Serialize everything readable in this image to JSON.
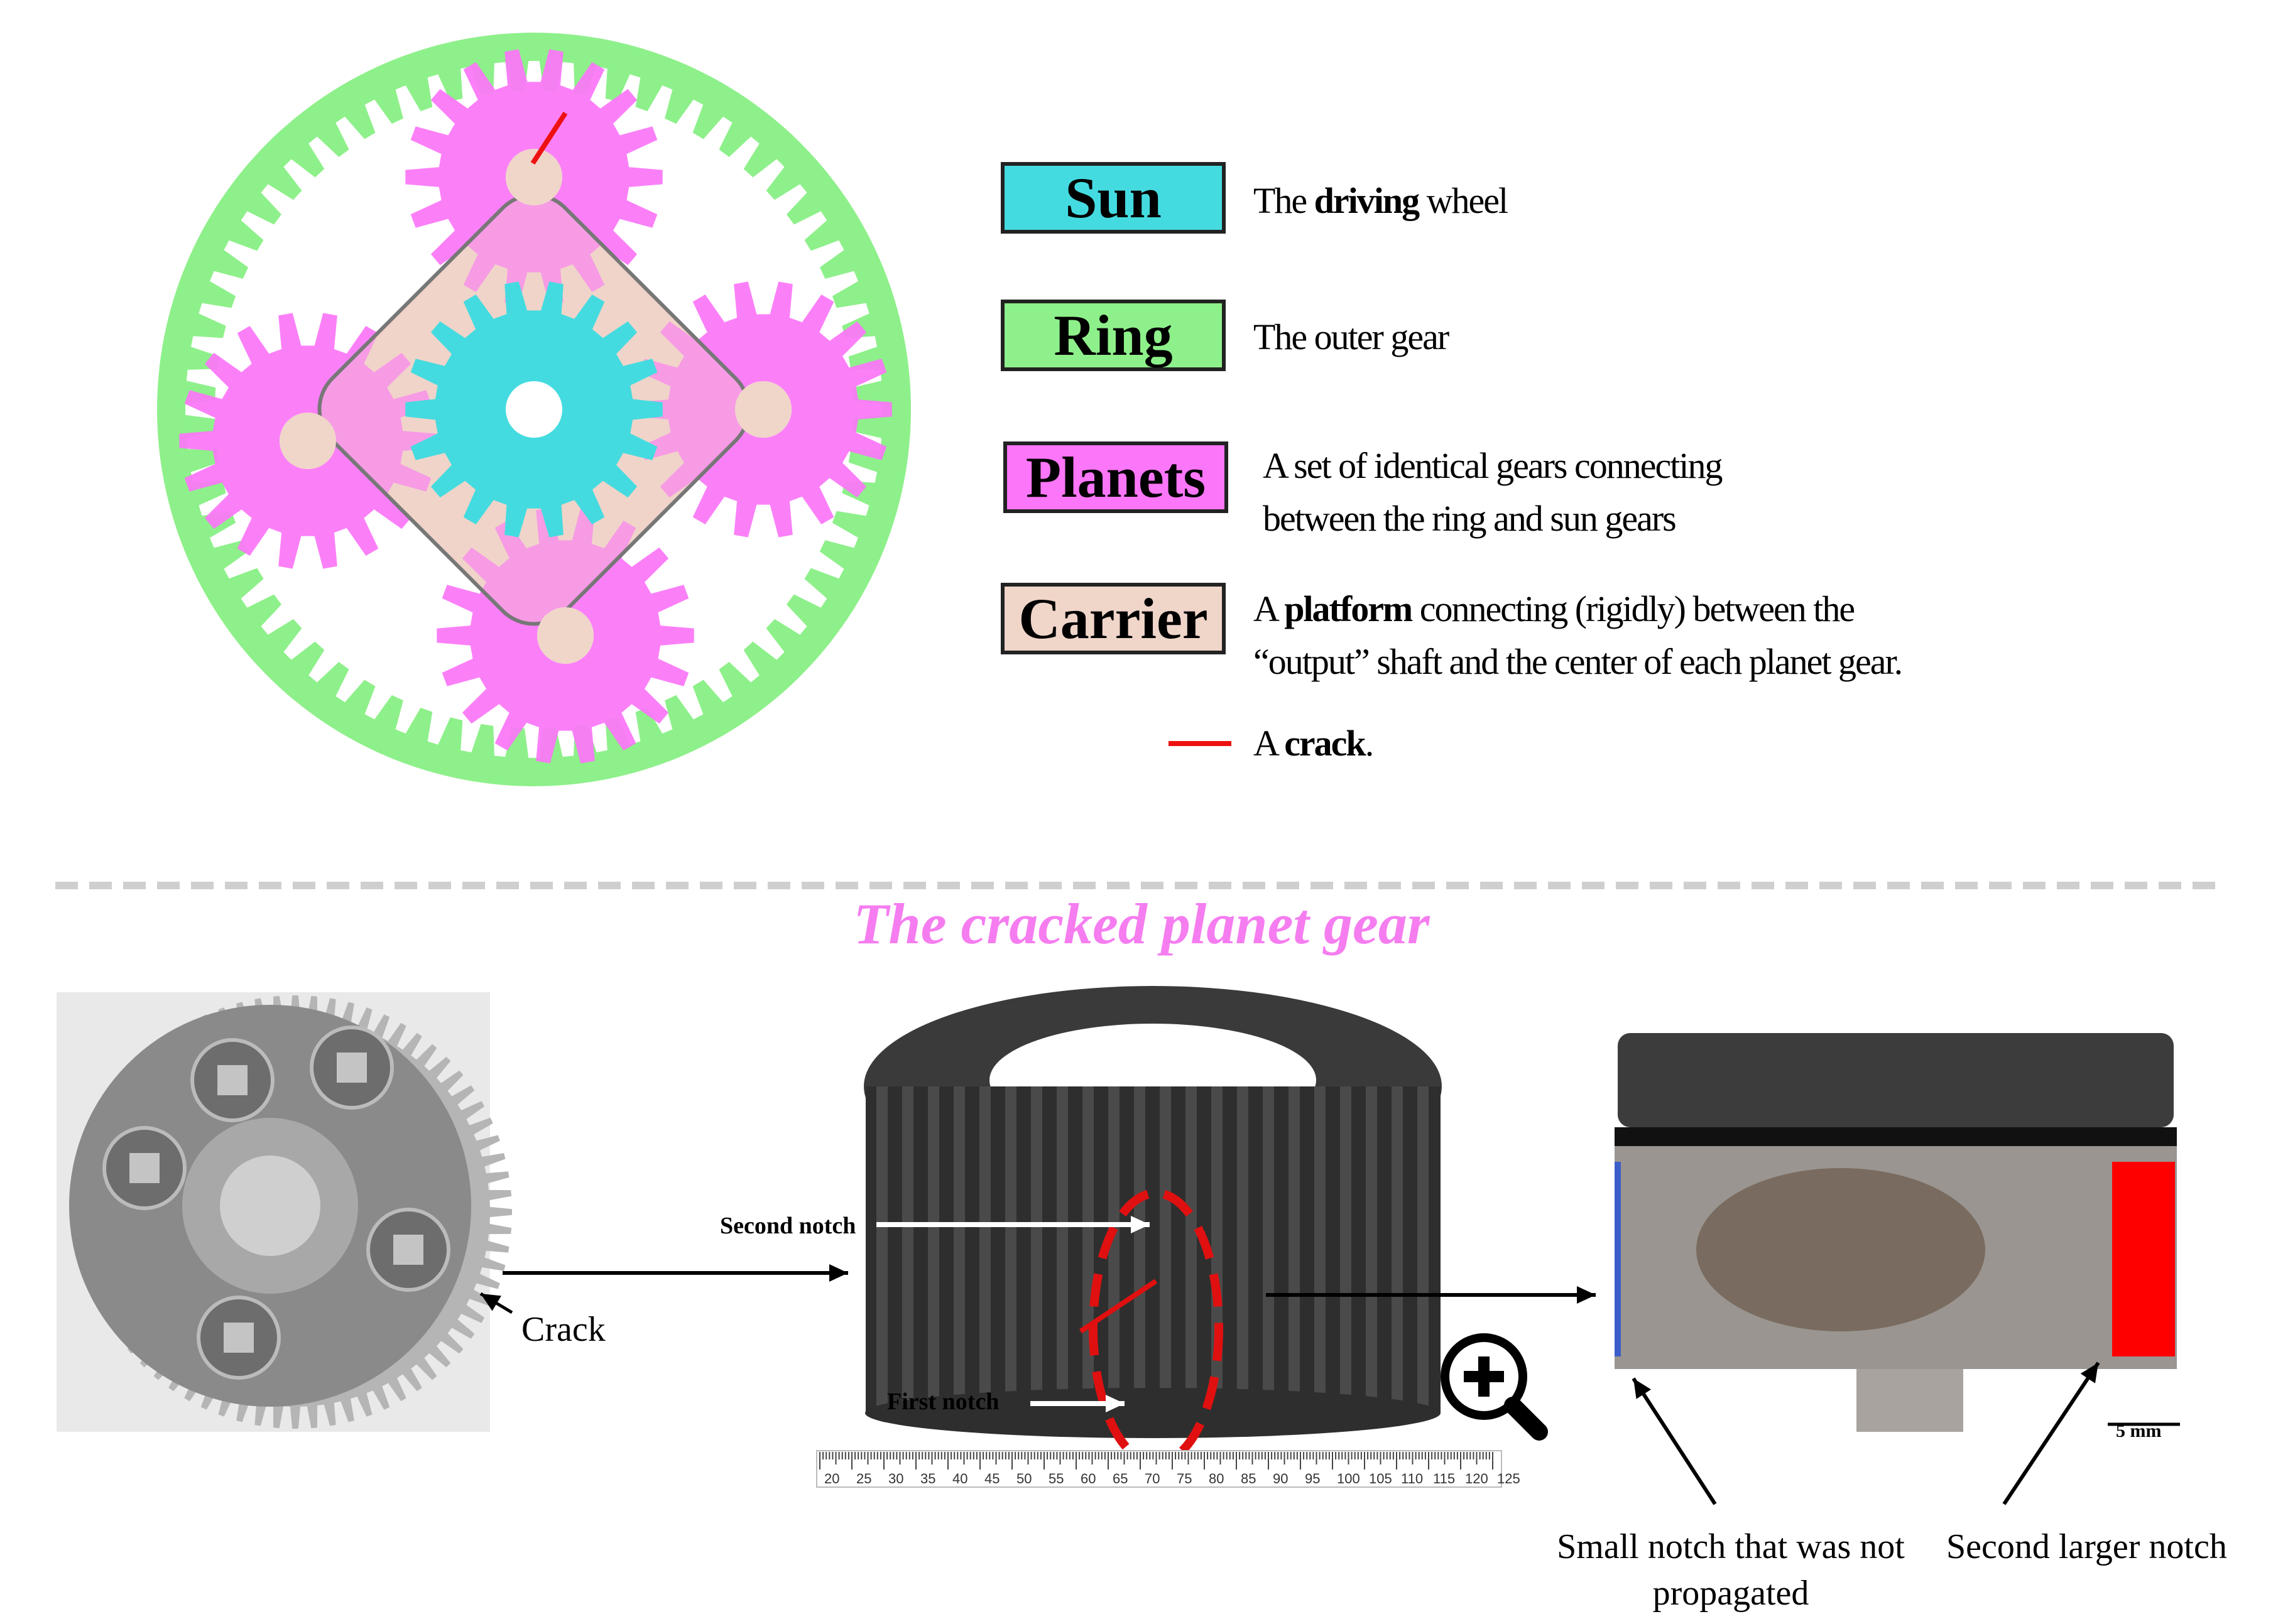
{
  "legend": [
    {
      "label": "Sun",
      "color": "#44dbe0",
      "desc_html": "The <b>driving</b> wheel"
    },
    {
      "label": "Ring",
      "color": "#8ef08a",
      "desc_html": "The outer gear"
    },
    {
      "label": "Planets",
      "color": "#fb76f8",
      "desc_html": "A set of identical gears connecting<br>between the ring and sun gears"
    },
    {
      "label": "Carrier",
      "color": "#f0d5c9",
      "desc_html": "A <b>platform</b> connecting (rigidly) between the<br>“output” shaft and the center of each planet gear."
    }
  ],
  "crack_legend": {
    "text_prefix": "A ",
    "text_bold": "crack",
    "text_suffix": ".",
    "color": "#ee1111"
  },
  "title": "The cracked planet gear",
  "title_color": "#f57df0",
  "labels": {
    "crack": "Crack",
    "second_notch": "Second notch",
    "first_notch": "First notch",
    "small_notch": "Small notch that was not propagated",
    "second_larger_notch": "Second larger notch",
    "scale": "5 mm"
  },
  "ruler_numbers": [
    "20",
    "25",
    "30",
    "35",
    "40",
    "45",
    "50",
    "55",
    "60",
    "65",
    "70",
    "75",
    "80",
    "85",
    "90",
    "95",
    "100",
    "105",
    "110",
    "115",
    "120",
    "125"
  ],
  "icons": [
    "zoom-in-icon"
  ]
}
